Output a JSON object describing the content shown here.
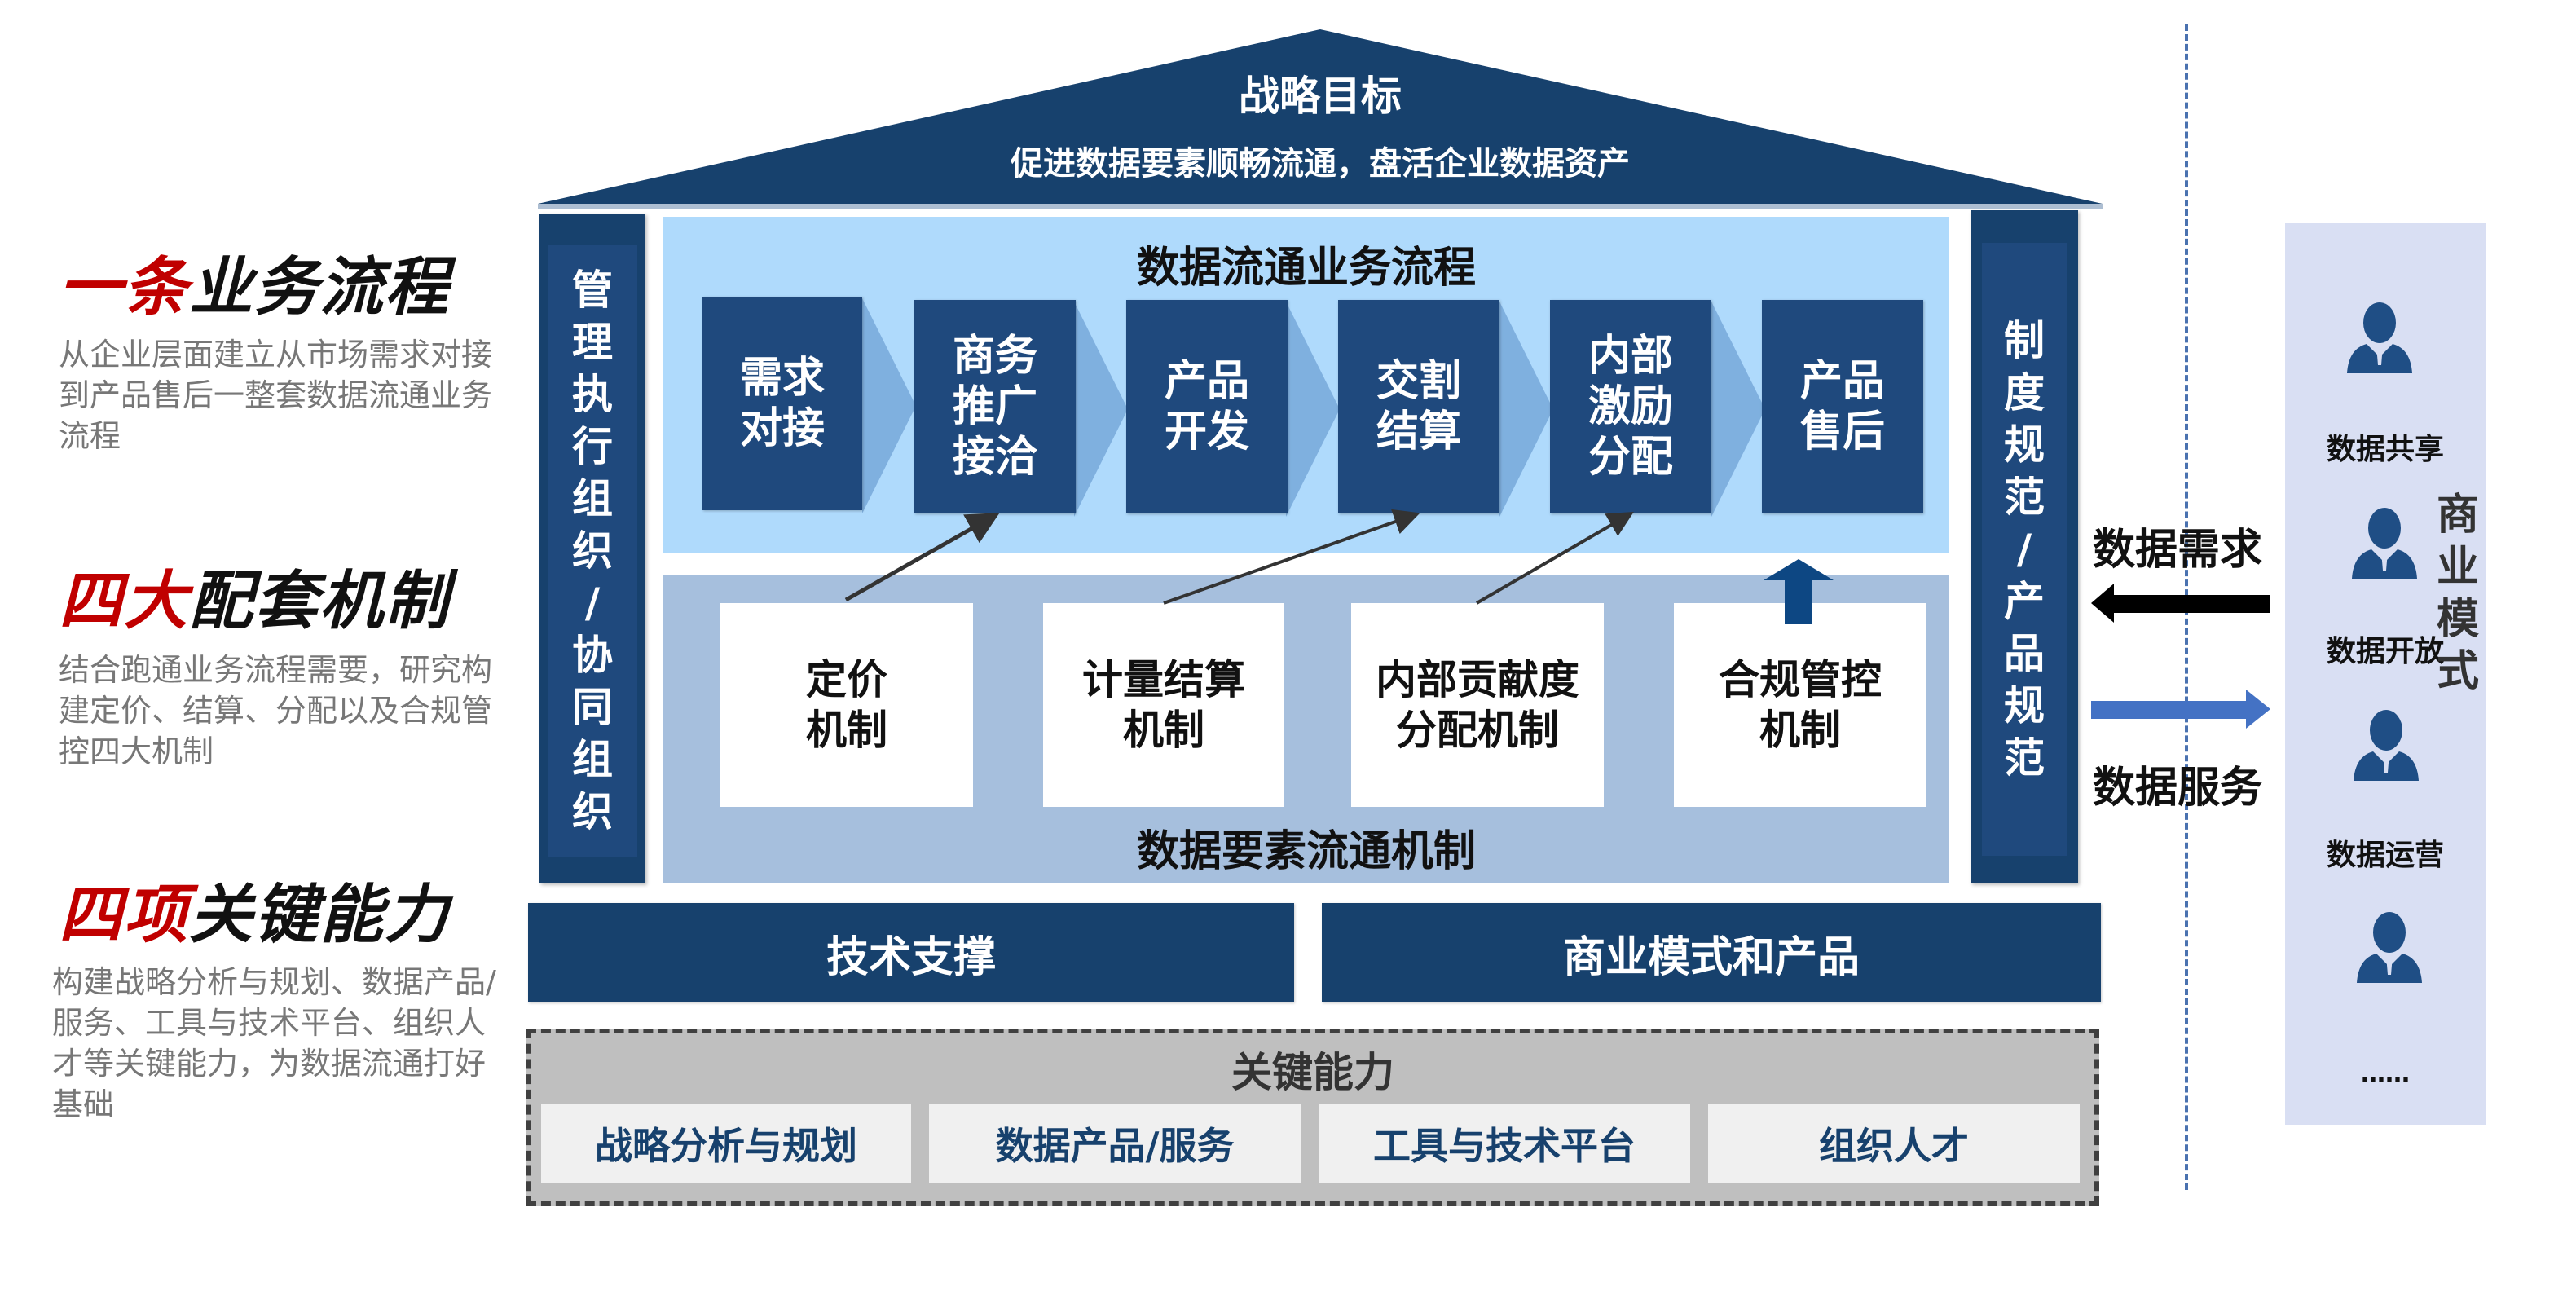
{
  "left_panel": {
    "sections": [
      {
        "title_highlight": "一条",
        "title_rest": "业务流程",
        "description": "从企业层面建立从市场需求对接到产品售后一整套数据流通业务流程"
      },
      {
        "title_highlight": "四大",
        "title_rest": "配套机制",
        "description": "结合跑通业务流程需要，研究构建定价、结算、分配以及合规管控四大机制"
      },
      {
        "title_highlight": "四项",
        "title_rest": "关键能力",
        "description": "构建战略分析与规划、数据产品/服务、工具与技术平台、组织人才等关键能力，为数据流通打好基础"
      }
    ]
  },
  "roof": {
    "title": "战略目标",
    "subtitle": "促进数据要素顺畅流通，盘活企业数据资产"
  },
  "left_pillar": {
    "chars": [
      "管",
      "理",
      "执",
      "行",
      "组",
      "织",
      "/",
      "协",
      "同",
      "组",
      "织"
    ]
  },
  "right_pillar": {
    "chars": [
      "制",
      "度",
      "规",
      "范",
      "/",
      "产",
      "品",
      "规",
      "范"
    ]
  },
  "process": {
    "title": "数据流通业务流程",
    "steps": [
      {
        "lines": [
          "需求",
          "对接"
        ]
      },
      {
        "lines": [
          "商务",
          "推广",
          "接洽"
        ]
      },
      {
        "lines": [
          "产品",
          "开发"
        ]
      },
      {
        "lines": [
          "交割",
          "结算"
        ]
      },
      {
        "lines": [
          "内部",
          "激励",
          "分配"
        ]
      },
      {
        "lines": [
          "产品",
          "售后"
        ]
      }
    ]
  },
  "mechanisms": {
    "title": "数据要素流通机制",
    "items": [
      {
        "lines": [
          "定价",
          "机制"
        ],
        "links_to_step": "商务推广接洽"
      },
      {
        "lines": [
          "计量结算",
          "机制"
        ],
        "links_to_step": "交割结算"
      },
      {
        "lines": [
          "内部贡献度",
          "分配机制"
        ],
        "links_to_step": "内部激励分配"
      },
      {
        "lines": [
          "合规管控",
          "机制"
        ],
        "links_to_step": "数据流通业务流程"
      }
    ]
  },
  "support_bars": {
    "left": "技术支撑",
    "right": "商业模式和产品"
  },
  "key_capabilities": {
    "title": "关键能力",
    "items": [
      "战略分析与规划",
      "数据产品/服务",
      "工具与技术平台",
      "组织人才"
    ]
  },
  "flows": {
    "demand": {
      "label": "数据需求",
      "direction": "left",
      "color": "#000000"
    },
    "service": {
      "label": "数据服务",
      "direction": "right",
      "color": "#4472c4"
    }
  },
  "business_model": {
    "title_chars": [
      "商",
      "业",
      "模",
      "式"
    ],
    "roles": [
      {
        "icon": "person-icon",
        "label": "数据共享"
      },
      {
        "icon": "person-icon",
        "label": "数据开放"
      },
      {
        "icon": "person-icon",
        "label": "数据运营"
      },
      {
        "icon": "person-icon",
        "label": ""
      }
    ],
    "ellipsis": "……"
  },
  "colors": {
    "navy": "#17416d",
    "step_blue": "#1f497d",
    "process_bg": "#afdafc",
    "mechanism_bg": "#a6bfdd",
    "accent_red": "#c00000",
    "capability_bg": "#bfbfbf",
    "panel_bg": "#d9dff3"
  }
}
